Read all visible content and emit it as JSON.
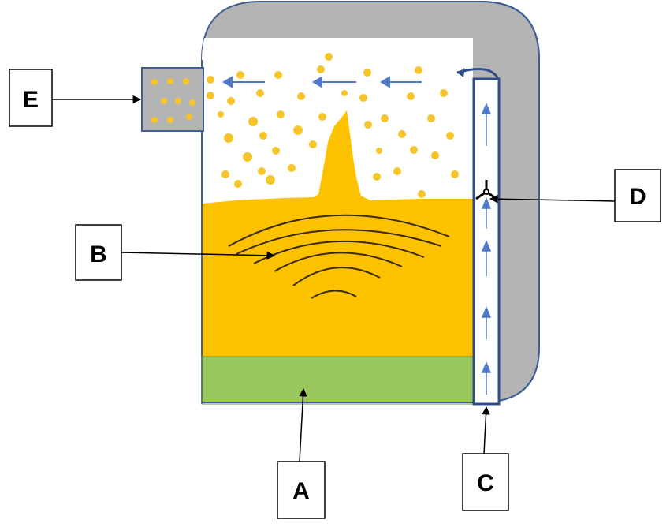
{
  "labels": {
    "a": "A",
    "b": "B",
    "c": "C",
    "d": "D",
    "e": "E"
  },
  "colors": {
    "vessel_outline": "#3f5f94",
    "vessel_gray": "#b4b4b4",
    "liquid": "#fcc200",
    "bottom_layer": "#9ac85e",
    "bubbles": "#f6c52a",
    "flow_arrows": "#4f79c6",
    "label_box_border": "#000000"
  }
}
